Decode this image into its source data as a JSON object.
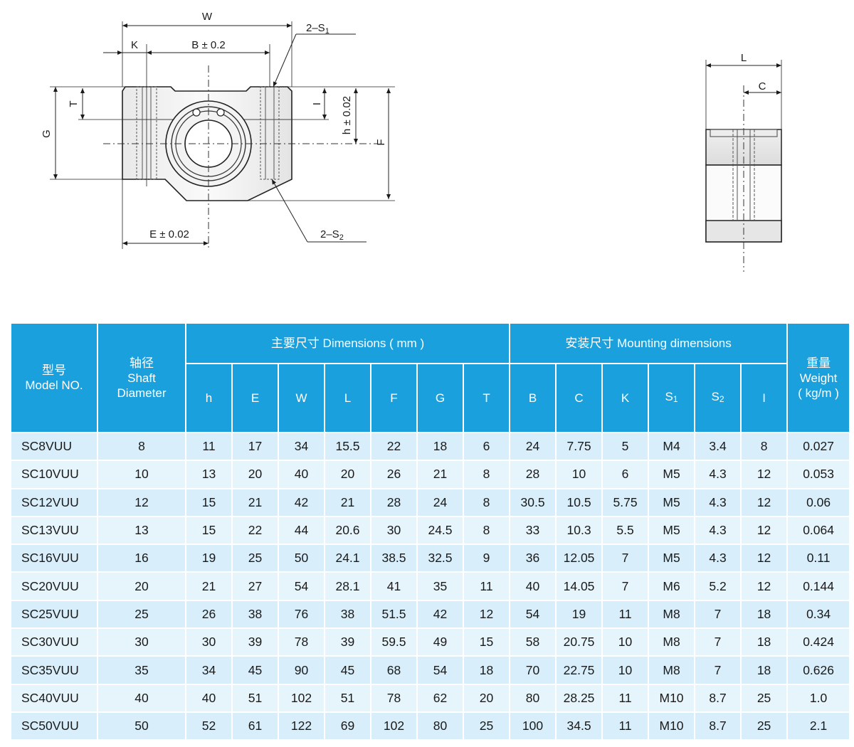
{
  "drawing": {
    "front_labels": {
      "W": "W",
      "K": "K",
      "B": "B ± 0.2",
      "S1": "2–S",
      "S1_sub": "1",
      "T": "T",
      "G": "G",
      "I": "I",
      "h": "h ± 0.02",
      "F": "F",
      "E": "E ± 0.02",
      "S2": "2–S",
      "S2_sub": "2"
    },
    "side_labels": {
      "L": "L",
      "C": "C"
    }
  },
  "table": {
    "header": {
      "model_zh": "型号",
      "model_en": "Model NO.",
      "shaft_zh": "轴径",
      "shaft_en1": "Shaft",
      "shaft_en2": "Diameter",
      "main_dims": "主要尺寸 Dimensions ( mm )",
      "mount_dims": "安装尺寸 Mounting dimensions",
      "weight_zh": "重量",
      "weight_en": "Weight",
      "weight_unit": "( kg/m )",
      "cols": {
        "h": "h",
        "E": "E",
        "W": "W",
        "L": "L",
        "F": "F",
        "G": "G",
        "T": "T",
        "B": "B",
        "C": "C",
        "K": "K",
        "S1": "S",
        "S1_sub": "1",
        "S2": "S",
        "S2_sub": "2",
        "I": "I"
      }
    },
    "rows": [
      [
        "SC8VUU",
        "8",
        "11",
        "17",
        "34",
        "15.5",
        "22",
        "18",
        "6",
        "24",
        "7.75",
        "5",
        "M4",
        "3.4",
        "8",
        "0.027"
      ],
      [
        "SC10VUU",
        "10",
        "13",
        "20",
        "40",
        "20",
        "26",
        "21",
        "8",
        "28",
        "10",
        "6",
        "M5",
        "4.3",
        "12",
        "0.053"
      ],
      [
        "SC12VUU",
        "12",
        "15",
        "21",
        "42",
        "21",
        "28",
        "24",
        "8",
        "30.5",
        "10.5",
        "5.75",
        "M5",
        "4.3",
        "12",
        "0.06"
      ],
      [
        "SC13VUU",
        "13",
        "15",
        "22",
        "44",
        "20.6",
        "30",
        "24.5",
        "8",
        "33",
        "10.3",
        "5.5",
        "M5",
        "4.3",
        "12",
        "0.064"
      ],
      [
        "SC16VUU",
        "16",
        "19",
        "25",
        "50",
        "24.1",
        "38.5",
        "32.5",
        "9",
        "36",
        "12.05",
        "7",
        "M5",
        "4.3",
        "12",
        "0.11"
      ],
      [
        "SC20VUU",
        "20",
        "21",
        "27",
        "54",
        "28.1",
        "41",
        "35",
        "11",
        "40",
        "14.05",
        "7",
        "M6",
        "5.2",
        "12",
        "0.144"
      ],
      [
        "SC25VUU",
        "25",
        "26",
        "38",
        "76",
        "38",
        "51.5",
        "42",
        "12",
        "54",
        "19",
        "11",
        "M8",
        "7",
        "18",
        "0.34"
      ],
      [
        "SC30VUU",
        "30",
        "30",
        "39",
        "78",
        "39",
        "59.5",
        "49",
        "15",
        "58",
        "20.75",
        "10",
        "M8",
        "7",
        "18",
        "0.424"
      ],
      [
        "SC35VUU",
        "35",
        "34",
        "45",
        "90",
        "45",
        "68",
        "54",
        "18",
        "70",
        "22.75",
        "10",
        "M8",
        "7",
        "18",
        "0.626"
      ],
      [
        "SC40VUU",
        "40",
        "40",
        "51",
        "102",
        "51",
        "78",
        "62",
        "20",
        "80",
        "28.25",
        "11",
        "M10",
        "8.7",
        "25",
        "1.0"
      ],
      [
        "SC50VUU",
        "50",
        "52",
        "61",
        "122",
        "69",
        "102",
        "80",
        "25",
        "100",
        "34.5",
        "11",
        "M10",
        "8.7",
        "25",
        "2.1"
      ]
    ]
  }
}
